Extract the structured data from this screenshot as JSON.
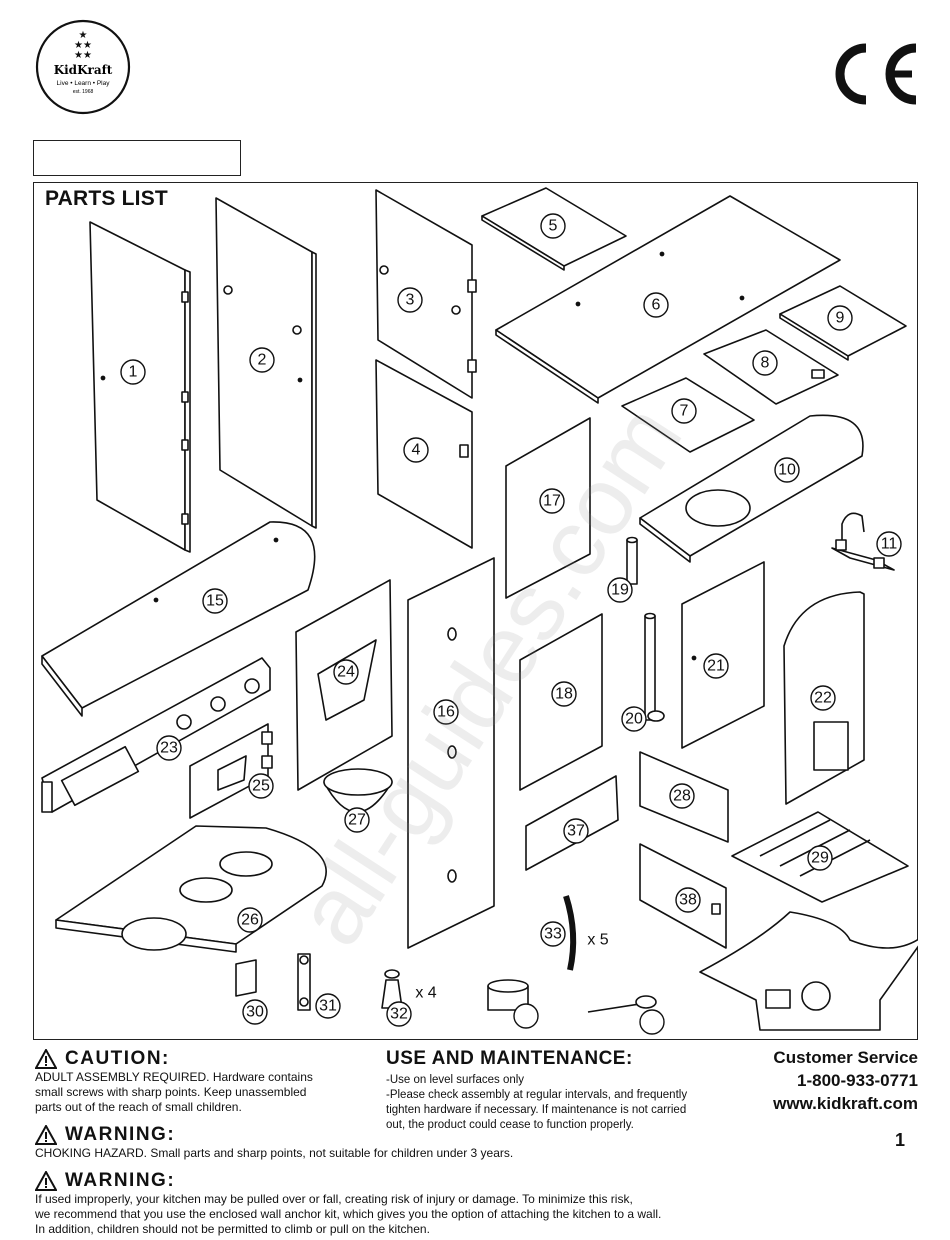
{
  "logo": {
    "brand": "KidKraft",
    "tagline": "Live • Learn • Play",
    "est": "est. 1968"
  },
  "ce_mark": "CE",
  "parts_list": {
    "heading": "PARTS LIST",
    "parts": [
      "1",
      "2",
      "3",
      "4",
      "5",
      "6",
      "7",
      "8",
      "9",
      "10",
      "11",
      "15",
      "16",
      "17",
      "18",
      "19",
      "20",
      "21",
      "22",
      "23",
      "24",
      "25",
      "26",
      "27",
      "28",
      "29",
      "30",
      "31",
      "32",
      "33",
      "37",
      "38"
    ],
    "qty_33": "x 5",
    "qty_32": "x 4"
  },
  "caution": {
    "title": "CAUTION:",
    "lines": [
      "ADULT ASSEMBLY REQUIRED.  Hardware contains",
      "small screws with sharp points. Keep unassembled",
      "parts out of the reach of small children."
    ]
  },
  "use_maintenance": {
    "title": "USE AND MAINTENANCE:",
    "lines": [
      "-Use on level surfaces only",
      "-Please check assembly at regular intervals, and frequently",
      "tighten hardware if necessary. If maintenance is not carried",
      "out, the product could cease to function properly."
    ]
  },
  "customer_service": {
    "title": "Customer Service",
    "phone": "1-800-933-0771",
    "web": "www.kidkraft.com"
  },
  "warning_choking": {
    "title": "WARNING:",
    "text": "CHOKING HAZARD. Small parts and sharp points, not suitable for children under 3 years."
  },
  "warning_tipover": {
    "title": "WARNING:",
    "lines": [
      "If used improperly, your kitchen may be pulled over or fall, creating risk of injury or damage.  To minimize this risk,",
      "we recommend that you use the enclosed wall anchor kit, which gives you the option of attaching the kitchen to a wall.",
      "In addition, children should not be permitted to climb or pull on the kitchen."
    ]
  },
  "page_number": "1",
  "watermark": "all-guides.com"
}
